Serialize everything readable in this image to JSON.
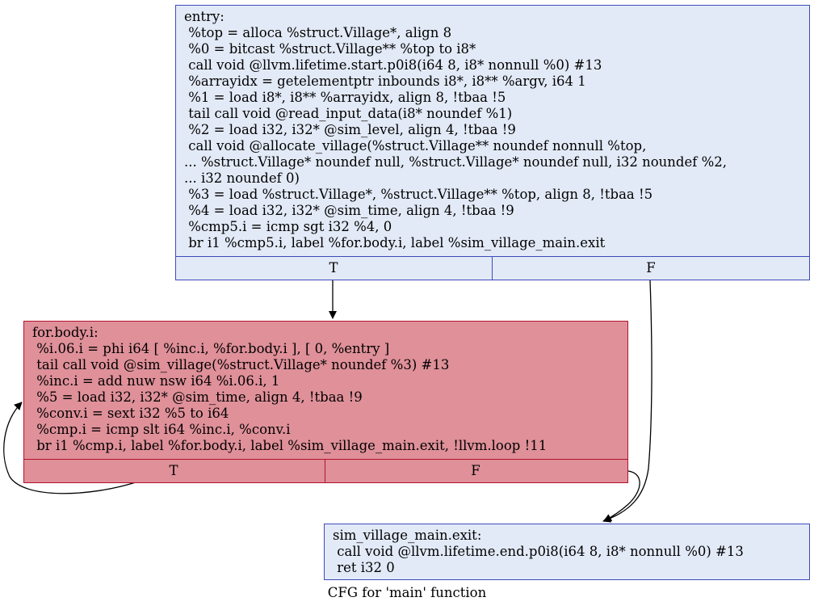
{
  "colors": {
    "blue_fill": "#e3eaf7",
    "blue_stroke": "#3d4cb8",
    "red_fill": "#df9099",
    "red_stroke": "#b3112f",
    "edge": "#000000"
  },
  "caption": "CFG for 'main' function",
  "nodes": {
    "entry": {
      "lines": [
        "entry:",
        " %top = alloca %struct.Village*, align 8",
        " %0 = bitcast %struct.Village** %top to i8*",
        " call void @llvm.lifetime.start.p0i8(i64 8, i8* nonnull %0) #13",
        " %arrayidx = getelementptr inbounds i8*, i8** %argv, i64 1",
        " %1 = load i8*, i8** %arrayidx, align 8, !tbaa !5",
        " tail call void @read_input_data(i8* noundef %1)",
        " %2 = load i32, i32* @sim_level, align 4, !tbaa !9",
        " call void @allocate_village(%struct.Village** noundef nonnull %top,",
        "... %struct.Village* noundef null, %struct.Village* noundef null, i32 noundef %2,",
        "... i32 noundef 0)",
        " %3 = load %struct.Village*, %struct.Village** %top, align 8, !tbaa !5",
        " %4 = load i32, i32* @sim_time, align 4, !tbaa !9",
        " %cmp5.i = icmp sgt i32 %4, 0",
        " br i1 %cmp5.i, label %for.body.i, label %sim_village_main.exit"
      ],
      "true_label": "T",
      "false_label": "F"
    },
    "for_body": {
      "lines": [
        "for.body.i:",
        " %i.06.i = phi i64 [ %inc.i, %for.body.i ], [ 0, %entry ]",
        " tail call void @sim_village(%struct.Village* noundef %3) #13",
        " %inc.i = add nuw nsw i64 %i.06.i, 1",
        " %5 = load i32, i32* @sim_time, align 4, !tbaa !9",
        " %conv.i = sext i32 %5 to i64",
        " %cmp.i = icmp slt i64 %inc.i, %conv.i",
        " br i1 %cmp.i, label %for.body.i, label %sim_village_main.exit, !llvm.loop !11"
      ],
      "true_label": "T",
      "false_label": "F"
    },
    "exit": {
      "lines": [
        "sim_village_main.exit:",
        " call void @llvm.lifetime.end.p0i8(i64 8, i8* nonnull %0) #13",
        " ret i32 0"
      ]
    }
  }
}
